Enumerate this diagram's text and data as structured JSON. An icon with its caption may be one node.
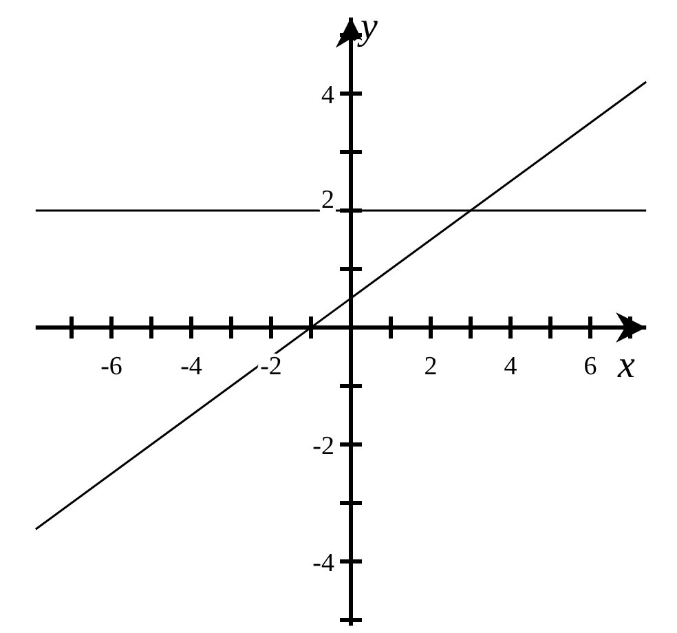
{
  "diagram": {
    "chart_data": {
      "type": "line",
      "xlabel": "x",
      "ylabel": "y",
      "x": [
        -7.9,
        7.4
      ],
      "series": [
        {
          "color": "#000000",
          "values": [
            2,
            2
          ]
        },
        {
          "color": "#000000",
          "values": [
            -3.45,
            4.2
          ]
        }
      ],
      "xlim": [
        -7.9,
        7.4
      ],
      "ylim": [
        -5.1,
        5.3
      ],
      "xticks": [
        -6,
        -4,
        -2,
        2,
        4,
        6
      ],
      "yticks": [
        -4,
        -2,
        2,
        4
      ]
    }
  }
}
